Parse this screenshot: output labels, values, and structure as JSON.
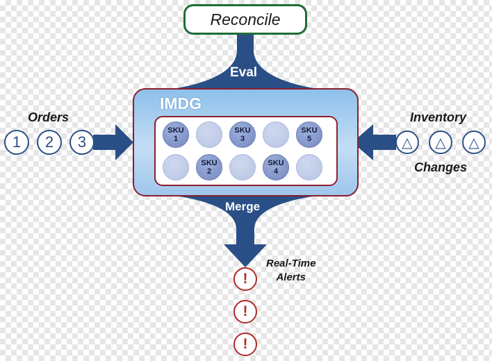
{
  "colors": {
    "arrow": "#2a4f86",
    "box_border": "#8a1f2b",
    "reconcile_border": "#1f6b3a",
    "alert": "#b02a2a"
  },
  "reconcile": {
    "label": "Reconcile"
  },
  "eval_label": "Eval",
  "merge_label": "Merge",
  "imdg": {
    "title": "IMDG",
    "row1": [
      {
        "line1": "SKU",
        "line2": "1",
        "filled": true
      },
      {
        "line1": "",
        "line2": "",
        "filled": false
      },
      {
        "line1": "SKU",
        "line2": "3",
        "filled": true
      },
      {
        "line1": "",
        "line2": "",
        "filled": false
      },
      {
        "line1": "SKU",
        "line2": "5",
        "filled": true
      }
    ],
    "row2": [
      {
        "line1": "",
        "line2": "",
        "filled": false
      },
      {
        "line1": "SKU",
        "line2": "2",
        "filled": true
      },
      {
        "line1": "",
        "line2": "",
        "filled": false
      },
      {
        "line1": "SKU",
        "line2": "4",
        "filled": true
      },
      {
        "line1": "",
        "line2": "",
        "filled": false
      }
    ]
  },
  "orders": {
    "label": "Orders",
    "items": [
      "1",
      "2",
      "3"
    ]
  },
  "inventory": {
    "label_top": "Inventory",
    "label_bottom": "Changes",
    "items": [
      "△",
      "△",
      "△"
    ]
  },
  "alerts": {
    "label_line1": "Real-Time",
    "label_line2": "Alerts",
    "items": [
      "!",
      "!",
      "!"
    ]
  }
}
